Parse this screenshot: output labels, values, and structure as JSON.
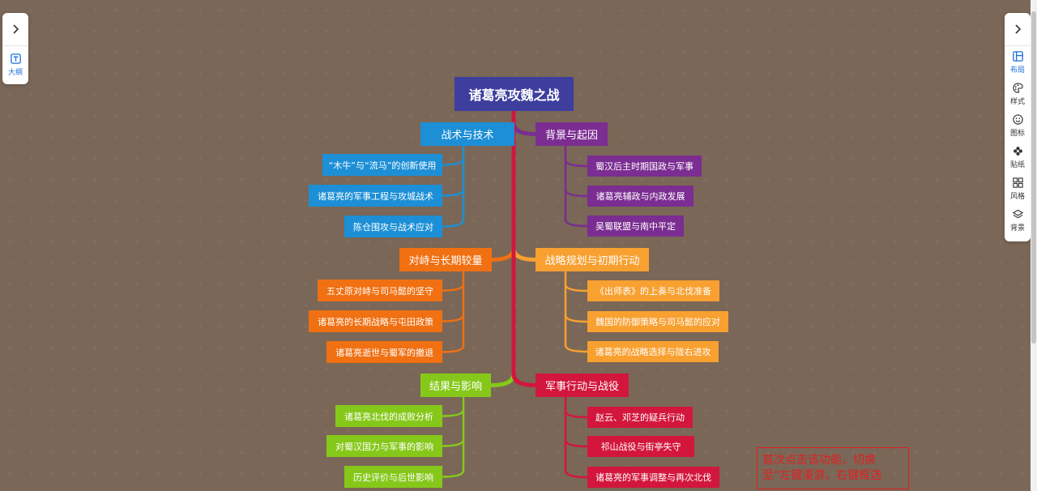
{
  "mindmap": {
    "root": "诸葛亮攻魏之战",
    "branches": [
      {
        "label": "战术与技术",
        "color": "#1c8fd6",
        "children": [
          "“木牛”与“流马”的创新使用",
          "诸葛亮的军事工程与攻城战术",
          "陈仓围攻与战术应对"
        ]
      },
      {
        "label": "背景与起因",
        "color": "#7b2d91",
        "children": [
          "蜀汉后主时期国政与军事",
          "诸葛亮辅政与内政发展",
          "吴蜀联盟与南中平定"
        ]
      },
      {
        "label": "对峙与长期较量",
        "color": "#f07012",
        "children": [
          "五丈原对峙与司马懿的坚守",
          "诸葛亮的长期战略与屯田政策",
          "诸葛亮逝世与蜀军的撤退"
        ]
      },
      {
        "label": "战略规划与初期行动",
        "color": "#f8a030",
        "children": [
          "《出师表》的上奏与北伐准备",
          "魏国的防御策略与司马懿的应对",
          "诸葛亮的战略选择与陇右进攻"
        ]
      },
      {
        "label": "结果与影响",
        "color": "#86c81a",
        "children": [
          "诸葛亮北伐的成败分析",
          "对蜀汉国力与军事的影响",
          "历史评价与后世影响"
        ]
      },
      {
        "label": "军事行动与战役",
        "color": "#d3163c",
        "children": [
          "赵云、邓芝的疑兵行动",
          "祁山战役与街亭失守",
          "诸葛亮的军事调整与再次北伐"
        ]
      }
    ]
  },
  "left_panel": {
    "outline_label": "大纲"
  },
  "right_panel": {
    "tools": [
      {
        "label": "布局",
        "icon": "layout-icon"
      },
      {
        "label": "样式",
        "icon": "palette-icon"
      },
      {
        "label": "图标",
        "icon": "smiley-icon"
      },
      {
        "label": "贴纸",
        "icon": "sticker-icon"
      },
      {
        "label": "风格",
        "icon": "grid-icon"
      },
      {
        "label": "背景",
        "icon": "layers-icon"
      }
    ]
  },
  "note": {
    "text": "首次点击该功能，切换至“左键漫游，右键框选"
  },
  "colors": {
    "background": "#7a6757",
    "root": "#3e3e9f",
    "accent": "#1e6fd9"
  }
}
